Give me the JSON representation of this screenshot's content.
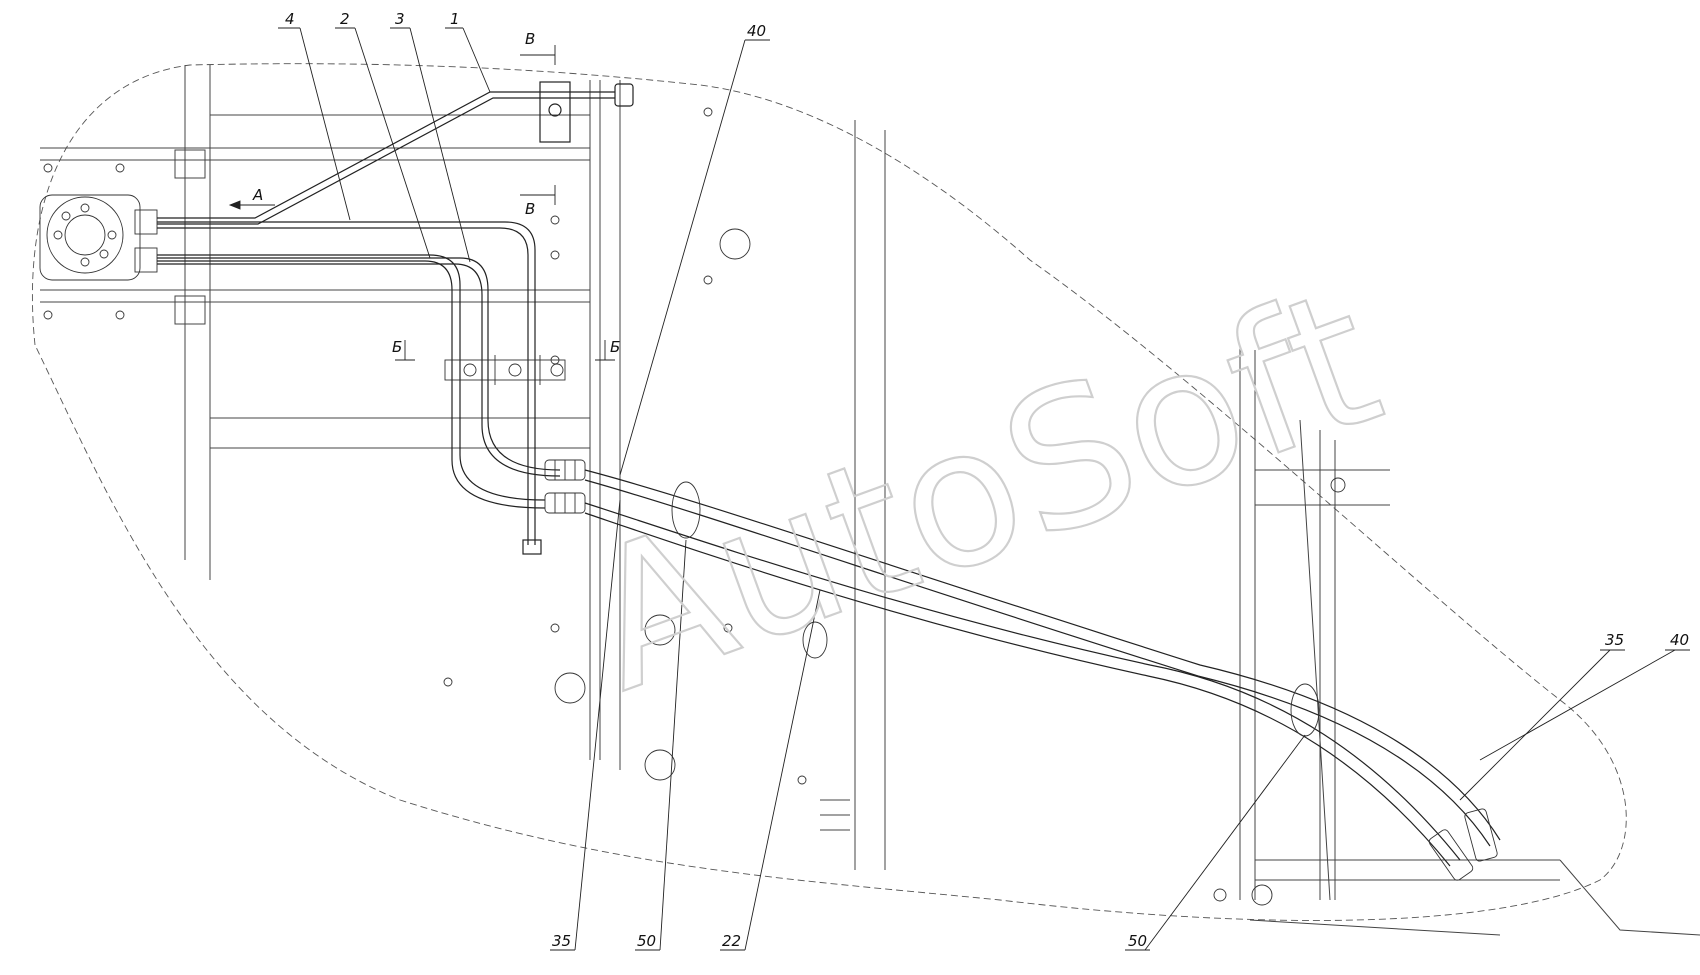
{
  "drawing": {
    "callouts": {
      "c4": "4",
      "c2": "2",
      "c3": "3",
      "c1": "1",
      "c40_top": "40",
      "c35_right": "35",
      "c40_right": "40",
      "c35_bottom": "35",
      "c50_bottom": "50",
      "c22_bottom": "22",
      "c50_right": "50"
    },
    "section_marks": {
      "v_top": "В",
      "v_mid": "В",
      "a_arrow": "А",
      "b_left": "Б",
      "b_right": "Б"
    },
    "watermark": "AutoSoft"
  }
}
